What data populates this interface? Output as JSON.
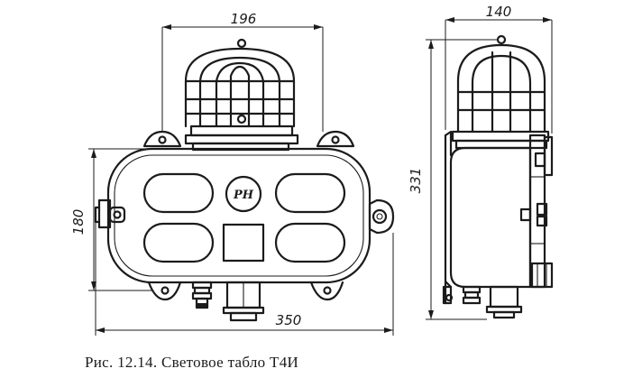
{
  "figure": {
    "caption": "Рис. 12.14. Световое табло Т4И",
    "panel_label": "PH"
  },
  "dimensions": {
    "lamp_width": "196",
    "side_width": "140",
    "total_height": "331",
    "body_height": "180",
    "total_length": "350"
  }
}
